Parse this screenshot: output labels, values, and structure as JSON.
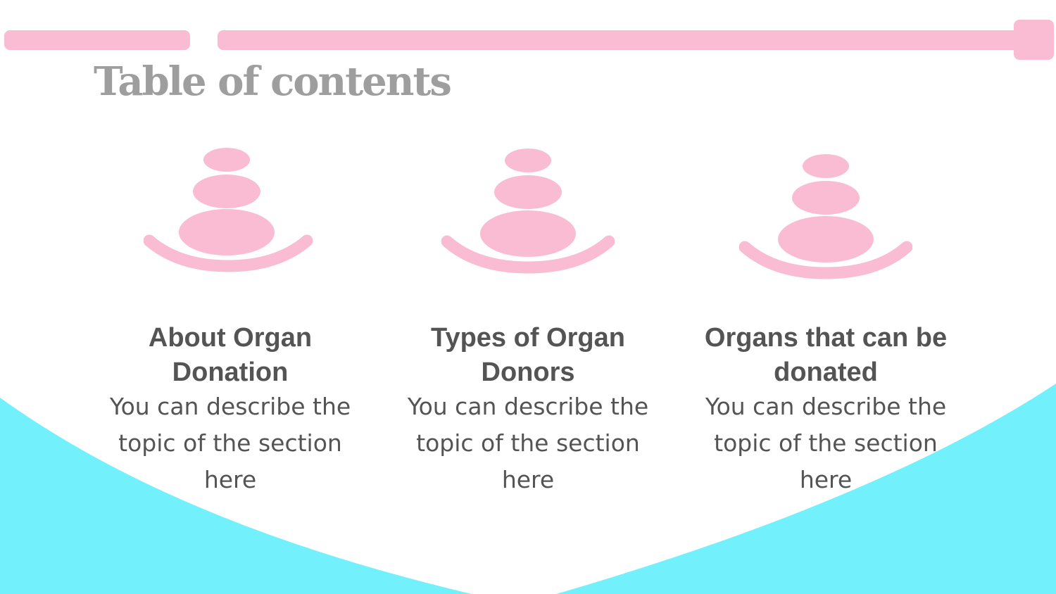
{
  "slide": {
    "title": "Table of contents",
    "colors": {
      "accent_pink": "#f9bcd3",
      "accent_cyan": "#72f0fc",
      "title_gray": "#9e9e9e",
      "text_gray": "#545454"
    }
  },
  "sections": [
    {
      "title": "About Organ Donation",
      "description": "You can describe the topic of the section here",
      "icon": "stone-balance-icon"
    },
    {
      "title": "Types of Organ Donors",
      "description": "You can describe the topic of the section here",
      "icon": "stone-balance-icon"
    },
    {
      "title": "Organs that can be donated",
      "description": "You can describe the topic of the section here",
      "icon": "stone-balance-icon"
    }
  ]
}
